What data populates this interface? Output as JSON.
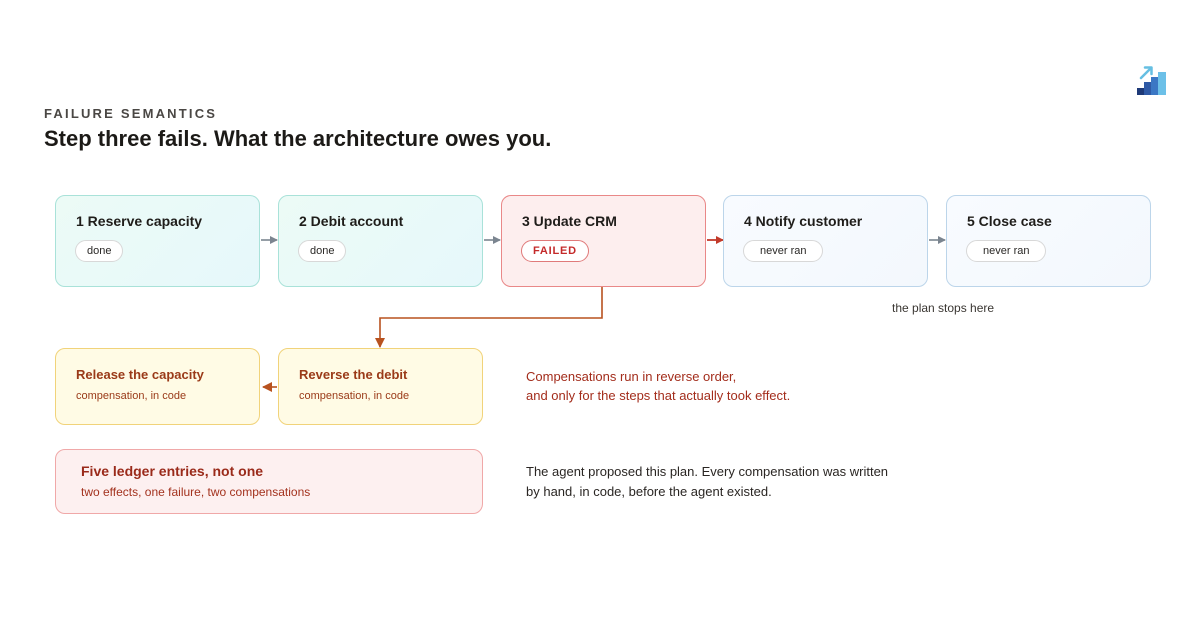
{
  "header": {
    "eyebrow": "FAILURE SEMANTICS",
    "title": "Step three fails. What the architecture owes you."
  },
  "logo": {
    "icon": "staircase-growth-icon",
    "colors": [
      "#1e3a78",
      "#3b77c4",
      "#6cc0e8",
      "#66bfe2"
    ]
  },
  "steps": [
    {
      "label": "1 Reserve capacity",
      "status": "done"
    },
    {
      "label": "2 Debit account",
      "status": "done"
    },
    {
      "label": "3 Update CRM",
      "status": "FAILED"
    },
    {
      "label": "4 Notify customer",
      "status": "never ran"
    },
    {
      "label": "5 Close case",
      "status": "never ran"
    }
  ],
  "plan_stop_note": "the plan stops here",
  "compensations": [
    {
      "title": "Release the capacity",
      "subtitle": "compensation, in code"
    },
    {
      "title": "Reverse the debit",
      "subtitle": "compensation, in code"
    }
  ],
  "compensation_note": {
    "line1": "Compensations run in reverse order,",
    "line2": "and only for the steps that actually took effect."
  },
  "ledger": {
    "title": "Five ledger entries, not one",
    "subtitle": "two effects, one failure, two compensations"
  },
  "agent_note": {
    "line1": "The agent proposed this plan. Every compensation was written",
    "line2": "by hand, in code, before the agent existed."
  },
  "colors": {
    "done_border": "#a9e2d9",
    "failed_border": "#e98888",
    "never_border": "#bcd5ea",
    "compensation_border": "#f1d37a",
    "arrow_gray": "#7b8590",
    "arrow_red": "#c23a2a",
    "arrow_orange": "#b8521f"
  }
}
